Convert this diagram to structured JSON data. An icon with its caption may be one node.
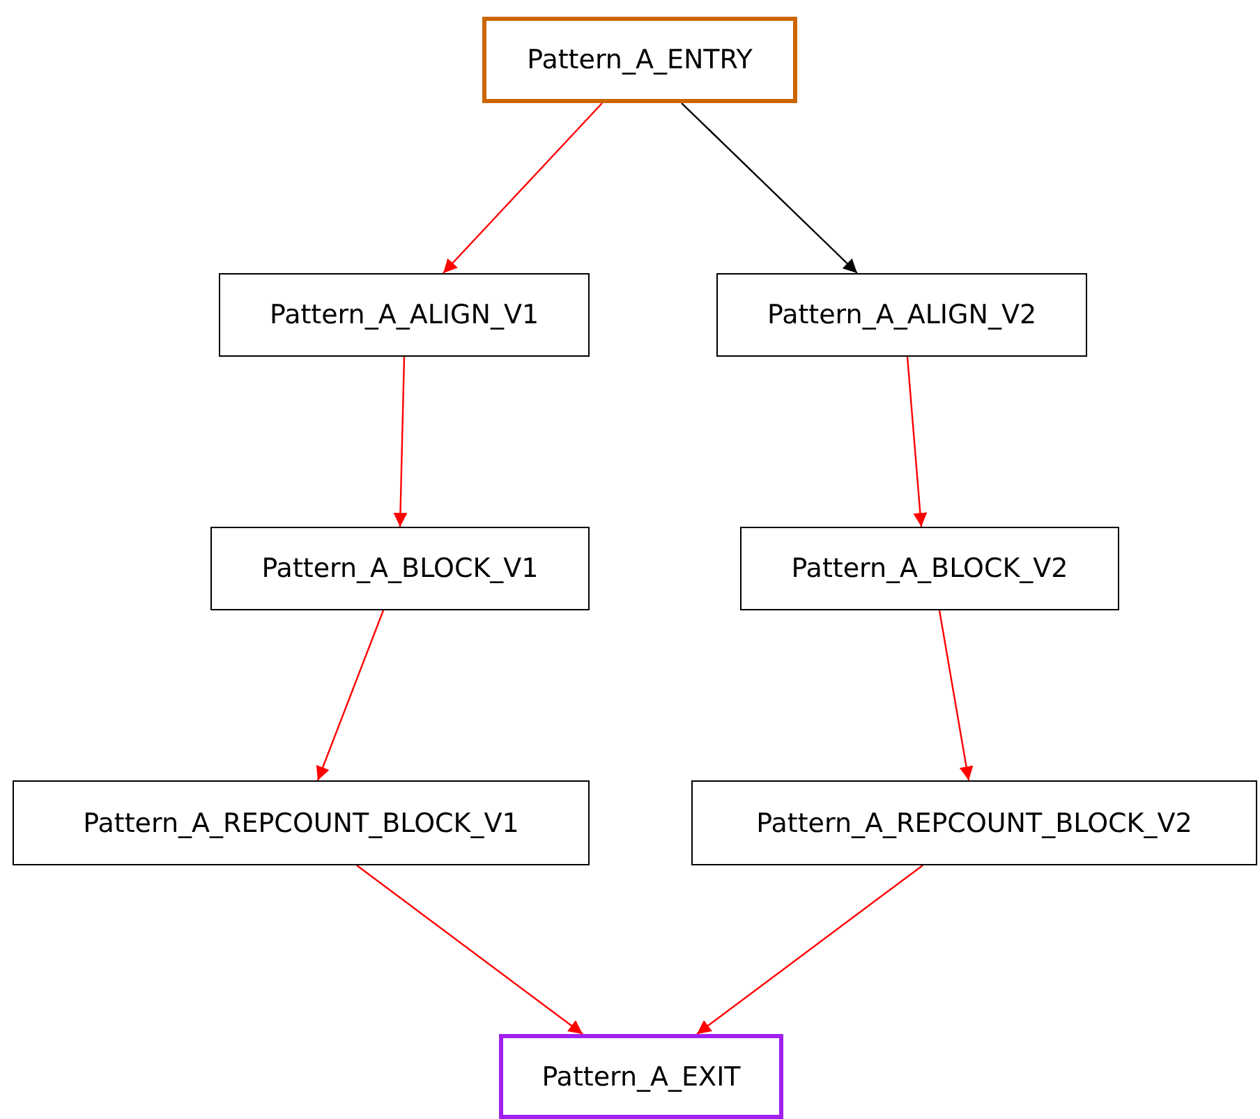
{
  "diagram": {
    "nodes": [
      {
        "text": [
          "Pattern_A_ENTRY"
        ]
      },
      {
        "text": [
          "Pattern_A_ALIGN_V1"
        ]
      },
      {
        "text": [
          "Pattern_A_ALIGN_V2"
        ]
      },
      {
        "text": [
          "Pattern_A_BLOCK_V1"
        ]
      },
      {
        "text": [
          "Pattern_A_BLOCK_V2"
        ]
      },
      {
        "text": [
          "Pattern_A_REPCOUNT_BLOCK_V1"
        ]
      },
      {
        "text": [
          "Pattern_A_REPCOUNT_BLOCK_V2"
        ]
      },
      {
        "text": [
          "Pattern_A_EXIT"
        ]
      }
    ],
    "edges": [
      {
        "from": 0,
        "to": 1,
        "arrow": "to"
      },
      {
        "from": 0,
        "to": 2,
        "arrow": "to",
        "color": "#000000"
      },
      {
        "from": 1,
        "to": 3,
        "arrow": "to"
      },
      {
        "from": 2,
        "to": 4,
        "arrow": "to"
      },
      {
        "from": 3,
        "to": 5,
        "arrow": "to"
      },
      {
        "from": 4,
        "to": 6,
        "arrow": "to"
      },
      {
        "from": 5,
        "to": 7,
        "arrow": "to"
      },
      {
        "from": 6,
        "to": 7,
        "arrow": "to"
      }
    ]
  }
}
